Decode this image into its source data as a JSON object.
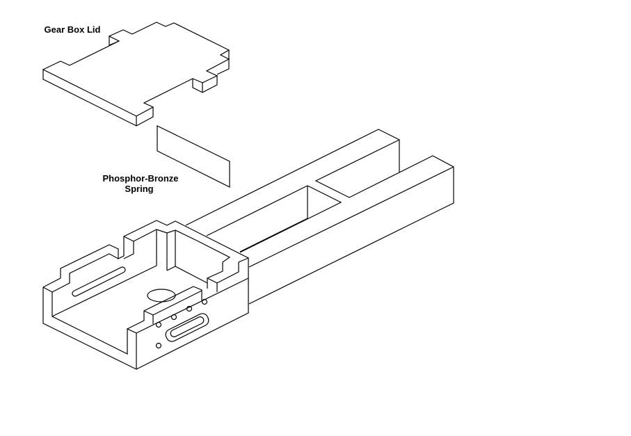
{
  "labels": {
    "lid": "Gear Box Lid",
    "spring_line1": "Phosphor-Bronze",
    "spring_line2": "Spring"
  },
  "colors": {
    "line": "#000000",
    "background": "#ffffff"
  }
}
